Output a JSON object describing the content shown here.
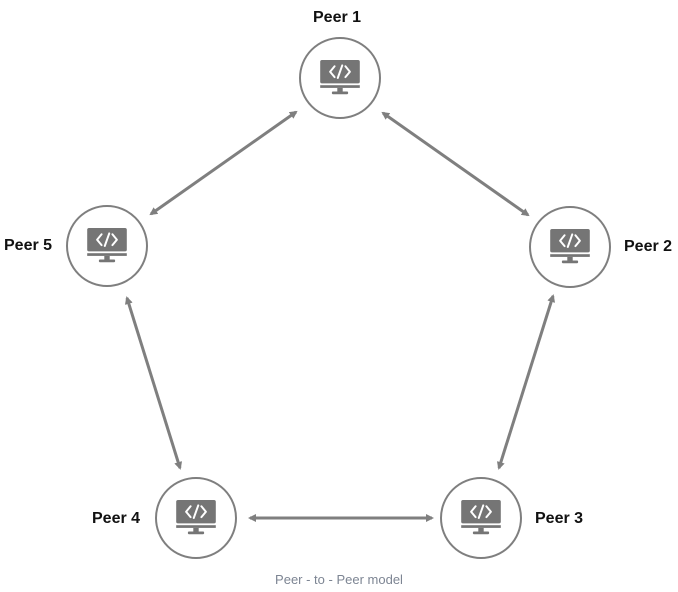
{
  "peers": [
    {
      "label": "Peer 1",
      "icon": "computer-code-icon"
    },
    {
      "label": "Peer 2",
      "icon": "computer-code-icon"
    },
    {
      "label": "Peer 3",
      "icon": "computer-code-icon"
    },
    {
      "label": "Peer 4",
      "icon": "computer-code-icon"
    },
    {
      "label": "Peer 5",
      "icon": "computer-code-icon"
    }
  ],
  "connections": [
    {
      "from": "Peer 1",
      "to": "Peer 2",
      "bidirectional": true
    },
    {
      "from": "Peer 2",
      "to": "Peer 3",
      "bidirectional": true
    },
    {
      "from": "Peer 3",
      "to": "Peer 4",
      "bidirectional": true
    },
    {
      "from": "Peer 4",
      "to": "Peer 5",
      "bidirectional": true
    },
    {
      "from": "Peer 5",
      "to": "Peer 1",
      "bidirectional": true
    }
  ],
  "caption": "Peer - to - Peer model",
  "colors": {
    "node_stroke": "#7f7f7f",
    "icon": "#757575",
    "arrow": "#7f7f7f",
    "label": "#111111",
    "caption": "#7d8593"
  }
}
